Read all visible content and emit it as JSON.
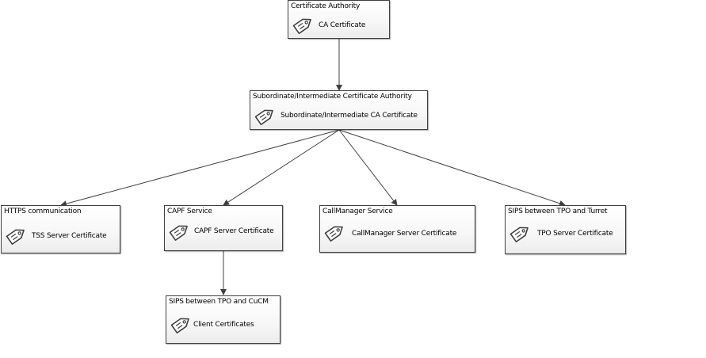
{
  "nodes": {
    "root_ca": {
      "title": "Certificate Authority",
      "certificate": "CA Certificate"
    },
    "subordinate_ca": {
      "title": "Subordinate/Intermediate Certificate Authority",
      "certificate": "Subordinate/Intermediate CA Certificate"
    },
    "https": {
      "title": "HTTPS communication",
      "certificate": "TSS Server Certificate"
    },
    "capf": {
      "title": "CAPF Service",
      "certificate": "CAPF Server Certificate"
    },
    "callmanager": {
      "title": "CallManager Service",
      "certificate": "CallManager Server Certificate"
    },
    "sips_turret": {
      "title": "SIPS between TPO and Turret",
      "certificate": "TPO Server Certificate"
    },
    "sips_cucm": {
      "title": "SIPS between TPO and CuCM",
      "certificate": "Client Certificates"
    }
  },
  "icons": {
    "certificate": "certificate-tag-icon"
  },
  "colors": {
    "line": "#404040",
    "node_border": "#404040"
  }
}
